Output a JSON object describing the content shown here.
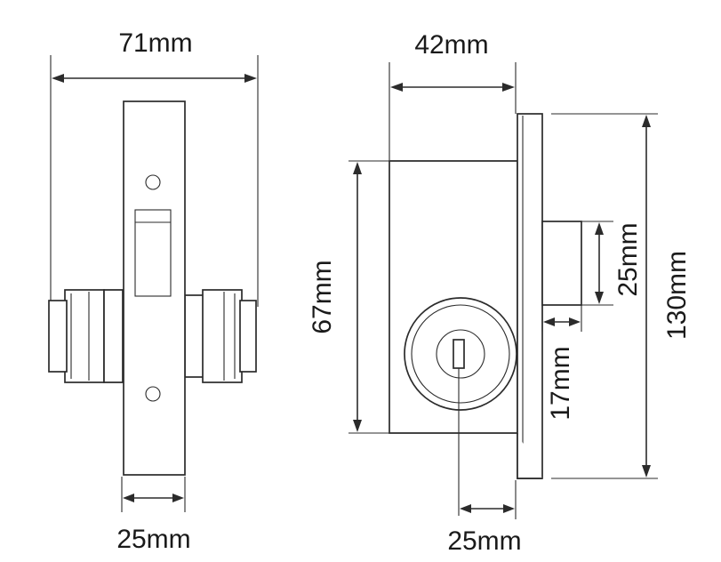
{
  "dimensions": {
    "front_width": "71mm",
    "front_plate_width": "25mm",
    "side_depth": "42mm",
    "side_body_height": "67mm",
    "side_plate_height": "130mm",
    "side_bolt_height": "25mm",
    "side_bolt_offset": "17mm",
    "side_cylinder_offset": "25mm"
  }
}
